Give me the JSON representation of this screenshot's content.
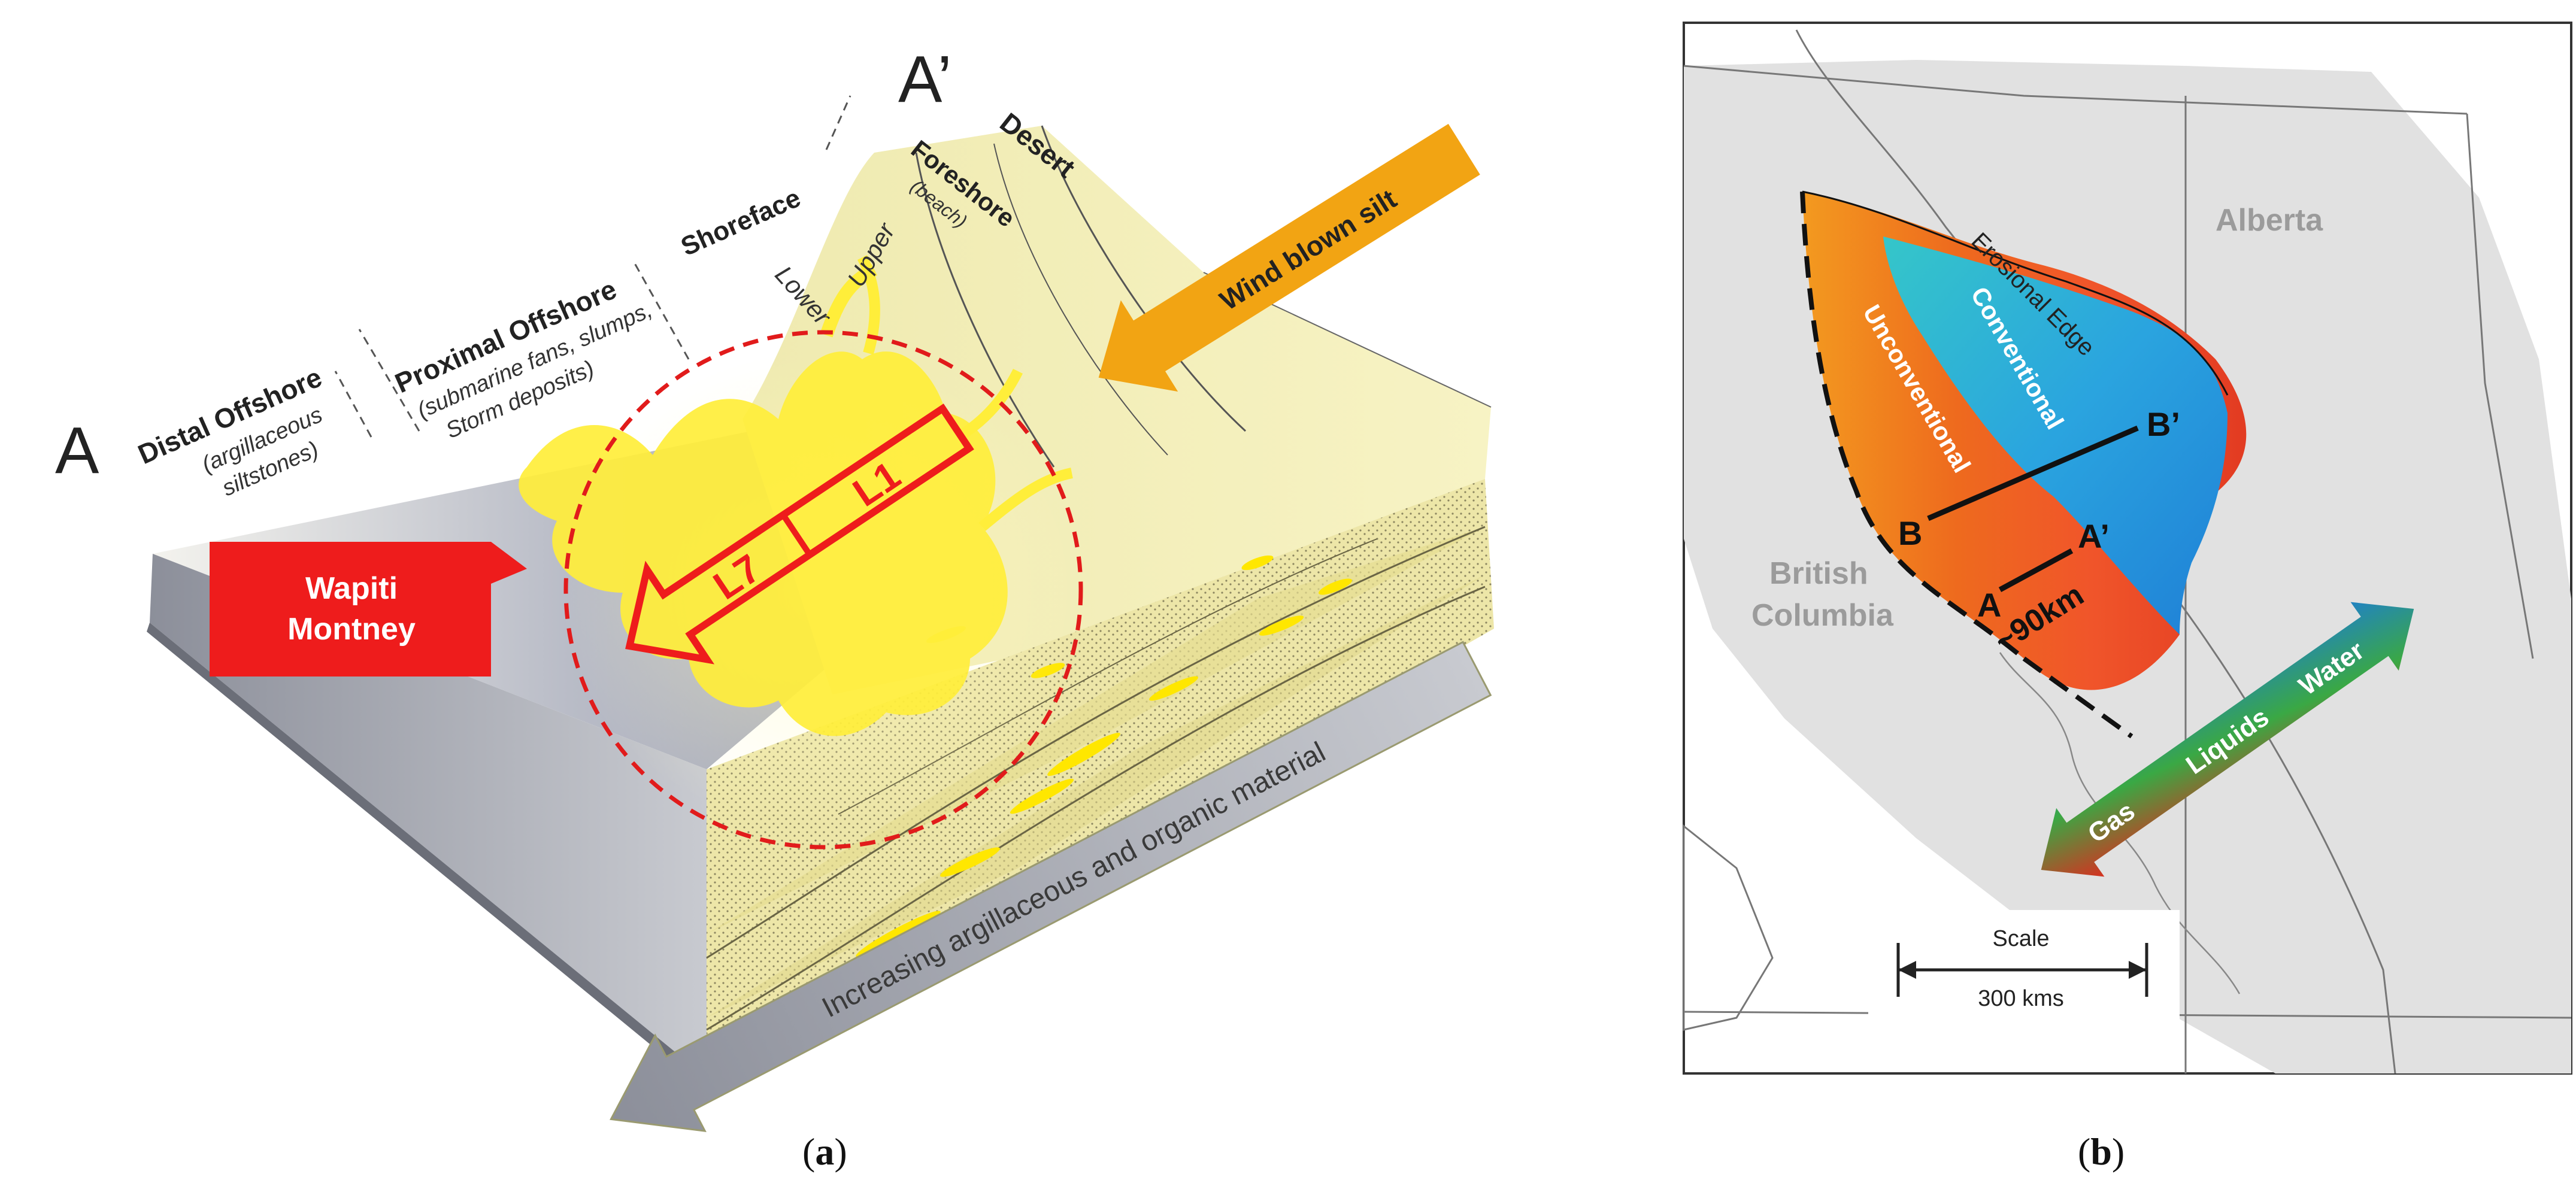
{
  "panel_a": {
    "label_a": "A",
    "label_a_prime": "A’",
    "zones": {
      "distal_offshore": "Distal Offshore",
      "distal_offshore_sub": "(argillaceous",
      "distal_offshore_sub2": "siltstones)",
      "proximal_offshore": "Proximal Offshore",
      "proximal_offshore_sub": "(submarine fans, slumps,",
      "proximal_offshore_sub2": "Storm deposits)",
      "shoreface": "Shoreface",
      "upper": "Upper",
      "lower": "Lower",
      "foreshore": "Foreshore",
      "foreshore_sub": "(beach)",
      "desert": "Desert"
    },
    "wind_label": "Wind blown silt",
    "wapiti_line1": "Wapiti",
    "wapiti_line2": "Montney",
    "arrow_l1": "L1",
    "arrow_l7": "L7",
    "bottom_arrow": "Increasing argillaceous and organic material",
    "caption_open": "(",
    "caption_letter": "a",
    "caption_close": ")"
  },
  "panel_b": {
    "alberta": "Alberta",
    "bc_line1": "British",
    "bc_line2": "Columbia",
    "erosional_edge": "Erosional Edge",
    "conventional": "Conventional",
    "unconventional": "Unconventional",
    "b_left": "B",
    "b_right": "B’",
    "a_left": "A",
    "a_right": "A’",
    "distance": "~90km",
    "gas": "Gas",
    "liquids": "Liquids",
    "water": "Water",
    "scale_title": "Scale",
    "scale_value": "300 kms",
    "caption_open": "(",
    "caption_letter": "b",
    "caption_close": ")"
  },
  "colors": {
    "gas_red": "#e8231c",
    "liquids_green": "#3aa844",
    "water_blue": "#1e7fd0",
    "callout_red": "#ee1c1c",
    "wind_orange": "#f2a413",
    "sand_yellow": "#f3efae",
    "fan_yellow": "#ffee3a"
  }
}
